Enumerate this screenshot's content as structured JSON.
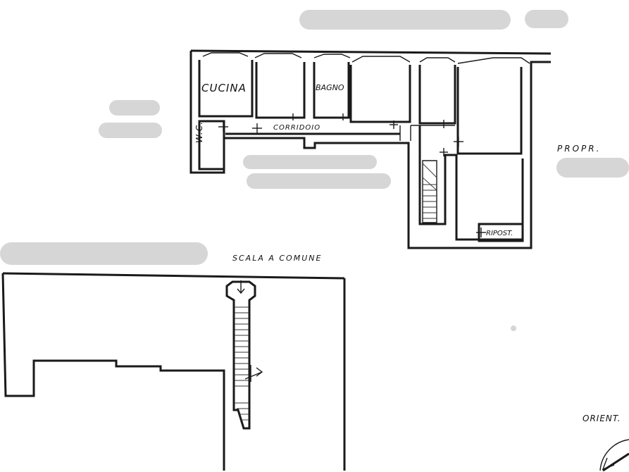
{
  "rooms": {
    "kitchen": "CUCINA",
    "bathroom": "BAGNO",
    "wc": "W.C.",
    "corridor": "CORRIDOIO",
    "storage": "RIPOST."
  },
  "labels": {
    "neighbor": "PROPR.",
    "common_stair": "SCALA A COMUNE",
    "orientation": "ORIENT."
  }
}
